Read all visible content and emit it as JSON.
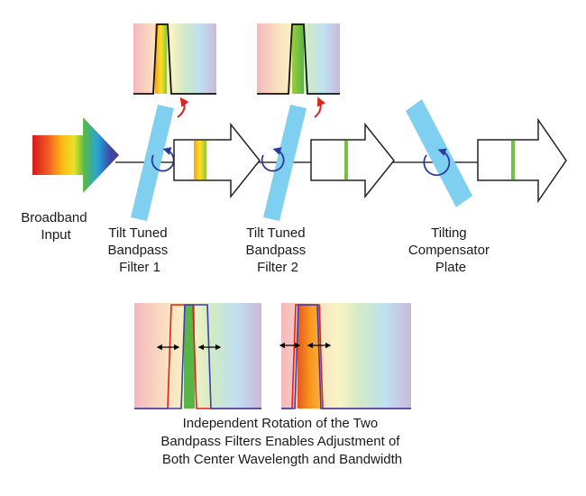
{
  "labels": {
    "input": [
      "Broadband",
      "Input"
    ],
    "filter1": [
      "Tilt Tuned",
      "Bandpass",
      "Filter 1"
    ],
    "filter2": [
      "Tilt Tuned",
      "Bandpass",
      "Filter 2"
    ],
    "compensator": [
      "Tilting",
      "Compensator",
      "Plate"
    ]
  },
  "caption": [
    "Independent Rotation of the Two",
    "Bandpass Filters Enables Adjustment of",
    "Both Center Wavelength and Bandwidth"
  ],
  "colors": {
    "filter_glass": "#7fd0f0",
    "rotation_arrow": "#2a3b9c",
    "tilt_arrow": "#e0231f",
    "band_green": "#76c043",
    "band_orange": "#f28a1e",
    "blue_passband": "#3a3fb0",
    "red_passband": "#e02020",
    "adjust_arrow": "#000000"
  },
  "icons": [
    "broadband-input-arrow",
    "output-arrow",
    "rotation-arrow-icon",
    "tilt-arrow-icon",
    "double-headed-arrow-icon"
  ]
}
